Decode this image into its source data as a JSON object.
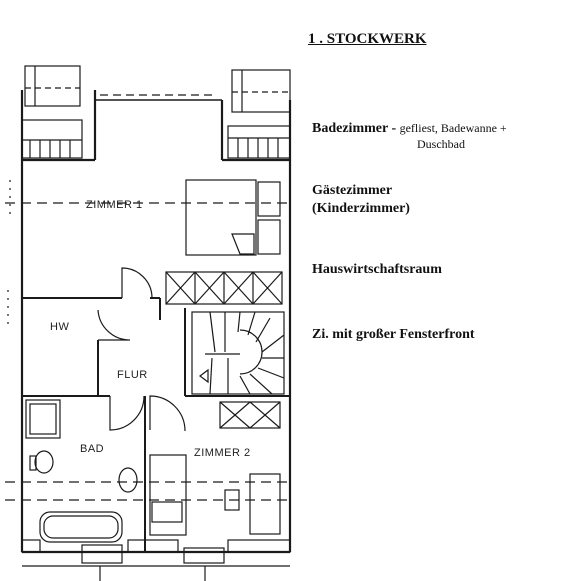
{
  "legend": {
    "title": "1 . STOCKWERK",
    "items": [
      {
        "label": "Badezimmer  -",
        "note": "gefliest, Badewanne +",
        "note2": "Duschbad"
      },
      {
        "label": "Gästezimmer",
        "label2": "(Kinderzimmer)"
      },
      {
        "label": "Hauswirtschaftsraum"
      },
      {
        "label": "Zi. mit großer Fensterfront"
      }
    ]
  },
  "rooms": {
    "zimmer1": "ZIMMER 1",
    "hw": "HW",
    "flur": "FLUR",
    "bad": "BAD",
    "zimmer2": "ZIMMER 2"
  },
  "colors": {
    "line": "#1a1a1a",
    "background": "#ffffff"
  }
}
